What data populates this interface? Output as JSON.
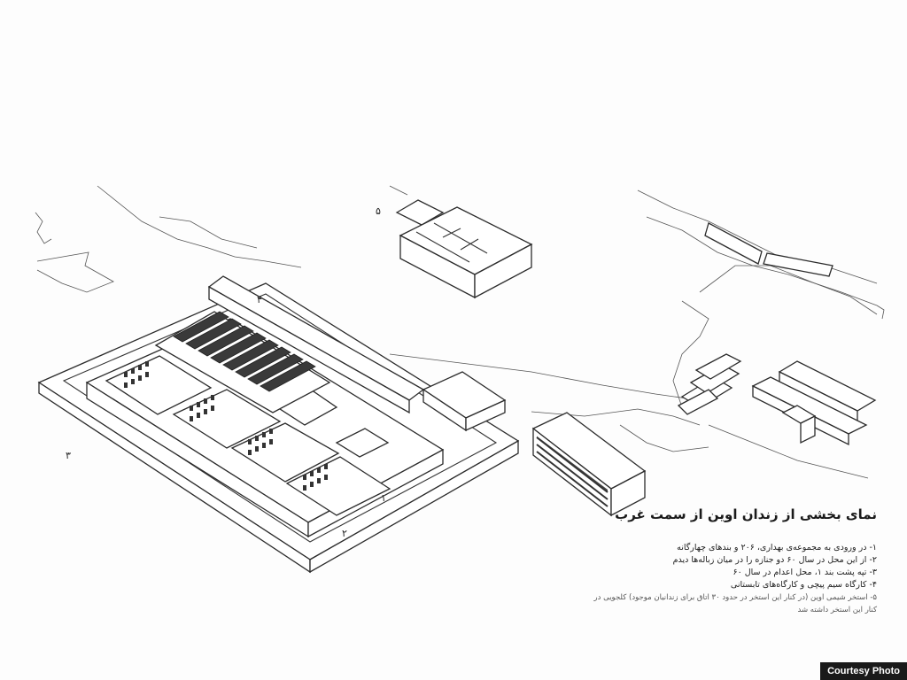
{
  "caption": {
    "title": "نمای بخشی از زندان اوین از سمت غرب",
    "items": [
      "۱- در ورودی به مجموعه‌ی بهداری، ۲۰۶ و بندهای چهارگانه",
      "۲- از این محل در سال ۶۰ دو جنازه را در میان زباله‌ها دیدم",
      "۳- تپه پشت بند ۱، محل اعدام در سال ۶۰",
      "۴- کارگاه سیم پیچی و کارگاه‌های تابستانی",
      "۵- استخر شیمی اوین (در کنار این استخر در حدود ۳۰ اتاق برای زندانیان موجود) کلجویی در کنار این استخر داشته شد"
    ]
  },
  "markers": {
    "m1": "۱",
    "m2": "۲",
    "m3": "۳",
    "m4": "۴",
    "m5": "۵"
  },
  "credit": "Courtesy Photo"
}
